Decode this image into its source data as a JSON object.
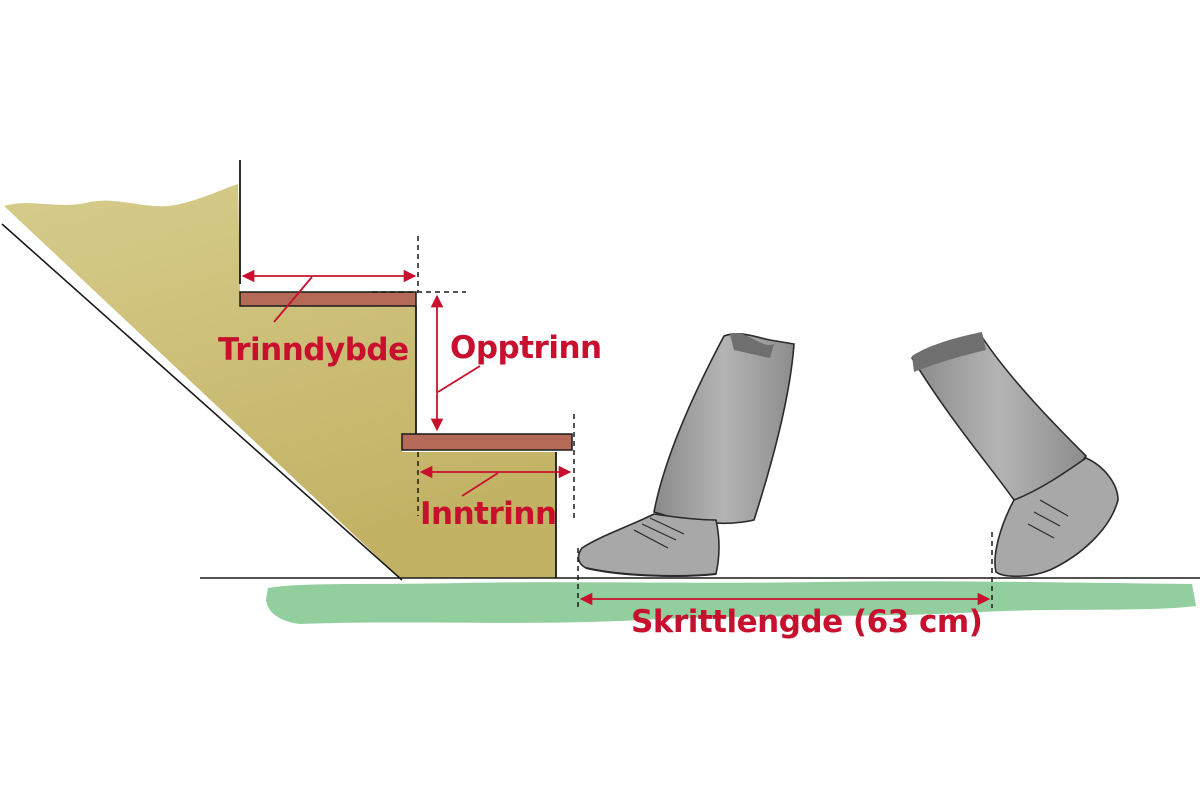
{
  "labels": {
    "tread_depth": "Trinndybde",
    "rise": "Opptrinn",
    "going": "Inntrinn",
    "stride": "Skrittlengde (63 cm)"
  },
  "colors": {
    "label": "#c8102e",
    "arrow": "#c8102e",
    "stair_fill": "#c9bd74",
    "stair_fill_light": "#d8cf93",
    "tread": "#b56a58",
    "grass": "#86c994",
    "trousers": "#9a9a9a",
    "shoe": "#a8a8a8",
    "outline": "#1a1a1a"
  },
  "icons": [
    "stair-stringer",
    "walking-legs-icon",
    "shoe-icon",
    "grass-ground"
  ]
}
